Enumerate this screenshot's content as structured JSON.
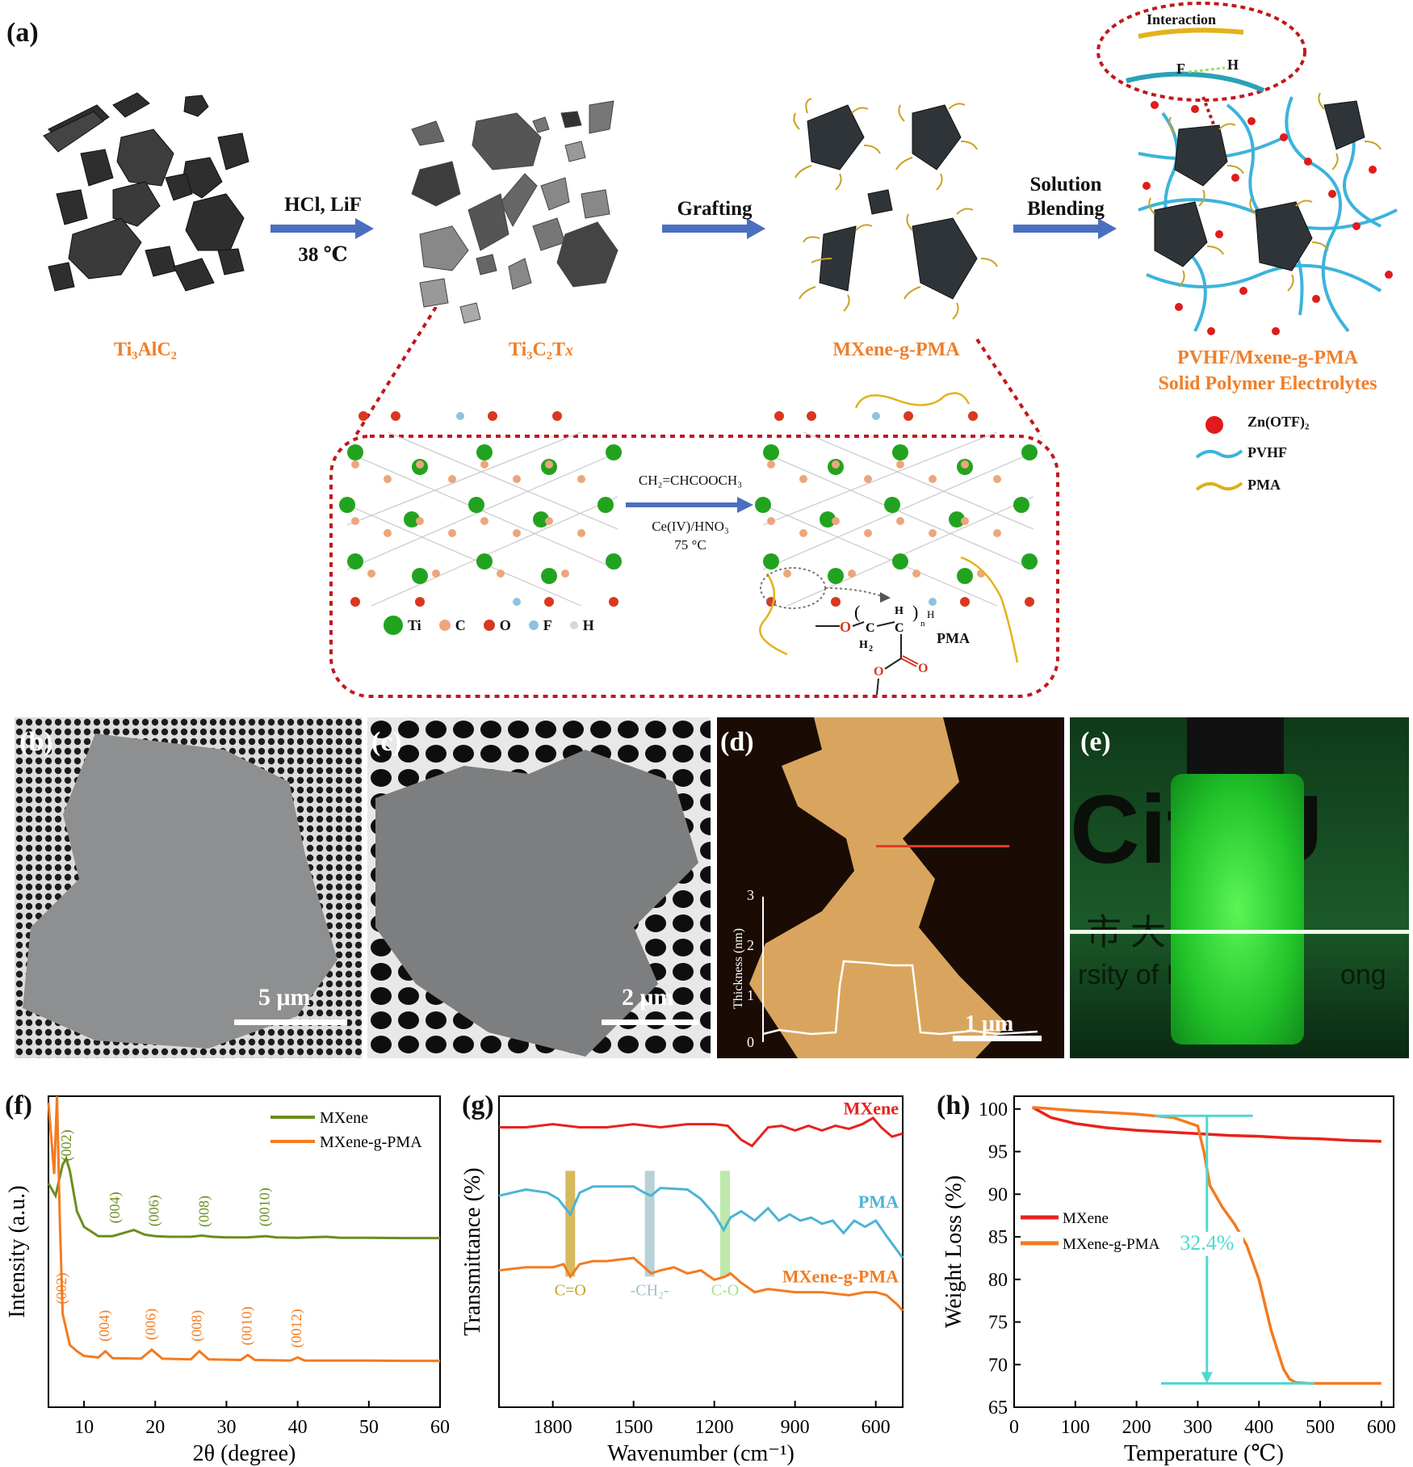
{
  "panel_a": {
    "label": "(a)",
    "materials": [
      "Ti₃AlC₂",
      "Ti₃C₂T",
      "MXene-g-PMA"
    ],
    "ti3c2tx_suffix": "x",
    "step1": {
      "line1": "HCl, LiF",
      "line2": "38 ℃"
    },
    "step2": "Grafting",
    "step3": {
      "line1": "Solution",
      "line2": "Blending"
    },
    "interaction_title": "Interaction",
    "interaction_atoms": {
      "f": "F",
      "h": "H"
    },
    "product": {
      "line1": "PVHF/Mxene-g-PMA",
      "line2": "Solid Polymer Electrolytes"
    },
    "legend": [
      {
        "name": "Zn(OTF)₂",
        "color": "#e11b1b"
      },
      {
        "name": "PVHF",
        "color": "#3db3dc"
      },
      {
        "name": "PMA",
        "color": "#d9b21c"
      }
    ],
    "reaction": {
      "reagent": "CH₂=CHCOOCH₃",
      "conditions": "Ce(IV)/HNO₃",
      "temperature": "75 °C"
    },
    "atom_legend": [
      {
        "symbol": "Ti",
        "color": "#22a31f"
      },
      {
        "symbol": "C",
        "color": "#eea57c"
      },
      {
        "symbol": "O",
        "color": "#d9381e"
      },
      {
        "symbol": "F",
        "color": "#8ec3e0"
      },
      {
        "symbol": "H",
        "color": "#d7d7d7"
      }
    ],
    "pma_label": "PMA"
  },
  "panel_b": {
    "label": "(b)",
    "scale": "5 μm"
  },
  "panel_c": {
    "label": "(c)",
    "scale": "2 μm"
  },
  "panel_d": {
    "label": "(d)",
    "scale": "1 μm",
    "ylabel": "Thickness (nm)",
    "yticks": [
      "3",
      "2",
      "1",
      "0"
    ]
  },
  "panel_e": {
    "label": "(e)",
    "background_text": [
      "CityU",
      "市 大 學",
      "rsity of H",
      "ong"
    ]
  },
  "chart_data": [
    {
      "panel": "(f)",
      "type": "line",
      "xlabel": "2θ (degree)",
      "ylabel": "Intensity (a.u.)",
      "xlim": [
        5,
        60
      ],
      "xticks": [
        10,
        20,
        30,
        40,
        50,
        60
      ],
      "legend": "top-right",
      "series": [
        {
          "name": "MXene",
          "color": "#6b8e1e",
          "x": [
            5,
            6,
            7,
            7.5,
            8,
            9,
            10,
            12,
            14,
            15.5,
            17,
            18.5,
            20,
            22,
            25,
            26.5,
            28,
            30,
            33,
            35.5,
            37,
            40,
            44,
            46,
            50,
            55,
            60
          ],
          "y": [
            0.72,
            0.68,
            0.78,
            0.8,
            0.76,
            0.63,
            0.58,
            0.55,
            0.55,
            0.56,
            0.57,
            0.555,
            0.55,
            0.548,
            0.548,
            0.552,
            0.548,
            0.546,
            0.546,
            0.55,
            0.546,
            0.545,
            0.548,
            0.545,
            0.545,
            0.544,
            0.544
          ]
        },
        {
          "name": "MXene-g-PMA",
          "color": "#f37b21",
          "x": [
            5,
            5.8,
            6.2,
            6.6,
            7,
            8,
            9,
            10,
            12,
            13,
            14,
            18,
            19.5,
            21,
            25,
            26.2,
            27.5,
            32,
            33,
            34,
            39,
            40,
            41,
            45,
            50,
            55,
            60
          ],
          "y": [
            0.98,
            0.75,
            1.0,
            0.6,
            0.3,
            0.2,
            0.18,
            0.165,
            0.16,
            0.18,
            0.158,
            0.156,
            0.185,
            0.156,
            0.154,
            0.18,
            0.154,
            0.152,
            0.168,
            0.152,
            0.15,
            0.16,
            0.15,
            0.15,
            0.15,
            0.149,
            0.149
          ]
        }
      ],
      "annotations": [
        {
          "text": "(002)",
          "x": 8.2,
          "series": "MXene"
        },
        {
          "text": "(004)",
          "x": 15,
          "series": "MXene"
        },
        {
          "text": "(006)",
          "x": 20.5,
          "series": "MXene"
        },
        {
          "text": "(008)",
          "x": 27.5,
          "series": "MXene"
        },
        {
          "text": "(0010)",
          "x": 36,
          "series": "MXene"
        },
        {
          "text": "(002)",
          "x": 7.5,
          "series": "MXene-g-PMA"
        },
        {
          "text": "(004)",
          "x": 13.5,
          "series": "MXene-g-PMA"
        },
        {
          "text": "(006)",
          "x": 20,
          "series": "MXene-g-PMA"
        },
        {
          "text": "(008)",
          "x": 26.5,
          "series": "MXene-g-PMA"
        },
        {
          "text": "(0010)",
          "x": 33.5,
          "series": "MXene-g-PMA"
        },
        {
          "text": "(0012)",
          "x": 40.5,
          "series": "MXene-g-PMA"
        }
      ]
    },
    {
      "panel": "(g)",
      "type": "line",
      "xlabel": "Wavenumber (cm⁻¹)",
      "ylabel": "Transmittance (%)",
      "xlim": [
        2000,
        500
      ],
      "xticks": [
        1800,
        1500,
        1200,
        900,
        600
      ],
      "series": [
        {
          "name": "MXene",
          "color": "#e8221c",
          "x": [
            2000,
            1900,
            1800,
            1700,
            1600,
            1500,
            1400,
            1300,
            1200,
            1150,
            1100,
            1060,
            1000,
            950,
            900,
            850,
            800,
            750,
            700,
            650,
            610,
            580,
            540,
            500
          ],
          "y": [
            0.9,
            0.9,
            0.91,
            0.9,
            0.9,
            0.91,
            0.9,
            0.91,
            0.91,
            0.905,
            0.86,
            0.84,
            0.9,
            0.905,
            0.89,
            0.905,
            0.89,
            0.905,
            0.895,
            0.91,
            0.93,
            0.9,
            0.87,
            0.88
          ]
        },
        {
          "name": "PMA",
          "color": "#4db3d6",
          "x": [
            2000,
            1900,
            1820,
            1780,
            1735,
            1700,
            1650,
            1550,
            1500,
            1460,
            1435,
            1400,
            1300,
            1250,
            1200,
            1165,
            1140,
            1100,
            1050,
            1000,
            960,
            920,
            880,
            840,
            800,
            760,
            720,
            680,
            640,
            600,
            560,
            500
          ],
          "y": [
            0.68,
            0.7,
            0.69,
            0.67,
            0.62,
            0.69,
            0.71,
            0.71,
            0.71,
            0.69,
            0.68,
            0.705,
            0.7,
            0.67,
            0.62,
            0.57,
            0.61,
            0.63,
            0.6,
            0.64,
            0.6,
            0.62,
            0.6,
            0.61,
            0.59,
            0.6,
            0.56,
            0.6,
            0.58,
            0.6,
            0.55,
            0.48
          ]
        },
        {
          "name": "MXene-g-PMA",
          "color": "#f37b21",
          "x": [
            2000,
            1900,
            1800,
            1760,
            1735,
            1700,
            1650,
            1600,
            1550,
            1500,
            1460,
            1435,
            1400,
            1350,
            1300,
            1250,
            1200,
            1160,
            1140,
            1100,
            1050,
            1000,
            900,
            800,
            700,
            640,
            600,
            560,
            520,
            500
          ],
          "y": [
            0.44,
            0.45,
            0.45,
            0.46,
            0.42,
            0.46,
            0.47,
            0.47,
            0.475,
            0.48,
            0.45,
            0.43,
            0.44,
            0.45,
            0.43,
            0.44,
            0.41,
            0.42,
            0.43,
            0.4,
            0.37,
            0.38,
            0.37,
            0.37,
            0.36,
            0.37,
            0.37,
            0.36,
            0.33,
            0.31
          ]
        }
      ],
      "bands": [
        {
          "text": "C=O",
          "x": 1735,
          "color": "#c9a227"
        },
        {
          "text": "-CH₂-",
          "x": 1440,
          "color": "#9fc1c9"
        },
        {
          "text": "C-O",
          "x": 1160,
          "color": "#a7e38e"
        }
      ]
    },
    {
      "panel": "(h)",
      "type": "line",
      "xlabel": "Temperature (℃)",
      "ylabel": "Weight Loss (%)",
      "xlim": [
        0,
        620
      ],
      "ylim": [
        65,
        101.5
      ],
      "xticks": [
        0,
        100,
        200,
        300,
        400,
        500,
        600
      ],
      "yticks": [
        65,
        70,
        75,
        80,
        85,
        90,
        95,
        100
      ],
      "legend": "left",
      "series": [
        {
          "name": "MXene",
          "color": "#e8221c",
          "x": [
            30,
            60,
            100,
            150,
            200,
            250,
            300,
            350,
            400,
            450,
            500,
            550,
            600
          ],
          "y": [
            100.2,
            99.0,
            98.3,
            97.8,
            97.5,
            97.3,
            97.1,
            96.9,
            96.8,
            96.6,
            96.5,
            96.3,
            96.2
          ]
        },
        {
          "name": "MXene-g-PMA",
          "color": "#f37b21",
          "x": [
            30,
            100,
            200,
            260,
            300,
            310,
            320,
            340,
            360,
            380,
            400,
            420,
            440,
            450,
            460,
            480,
            500,
            600
          ],
          "y": [
            100.2,
            99.8,
            99.4,
            99.0,
            98.0,
            95.0,
            91.0,
            88.5,
            86.5,
            84.0,
            80.0,
            74.0,
            69.5,
            68.3,
            67.9,
            67.8,
            67.8,
            67.8
          ]
        }
      ],
      "annotation": {
        "text": "32.4%",
        "color": "#4dd9d0",
        "x": 315,
        "from": 99.2,
        "to": 67.8
      }
    }
  ]
}
